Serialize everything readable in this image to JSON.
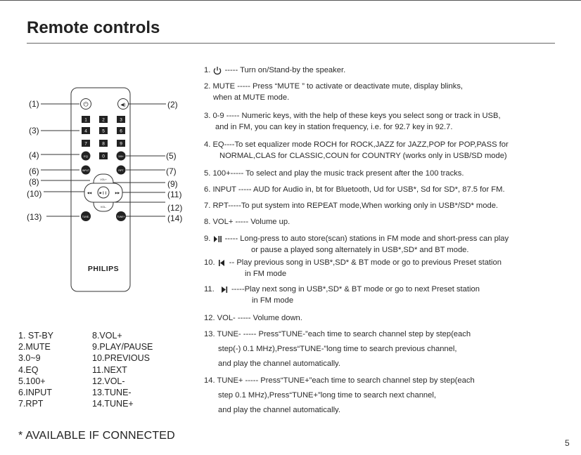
{
  "page": {
    "title": "Remote controls",
    "available_note": "* AVAILABLE IF CONNECTED",
    "page_number": "5"
  },
  "remote": {
    "brand": "PHILIPS",
    "keys": {
      "power_symbol": "⏻",
      "mute_symbol": "◀)",
      "digits": [
        "1",
        "2",
        "3",
        "4",
        "5",
        "6",
        "7",
        "8",
        "9",
        "0"
      ],
      "eq": "EQ",
      "hundred": "100+",
      "input": "INPUT",
      "rpt": "RPT",
      "vol_up": "VOL+",
      "vol_down": "VOL-",
      "play_pause": "▶❙❙",
      "prev": "◀◀",
      "next": "▶▶",
      "tune_minus": "TUNE-",
      "tune_plus": "TUNE+"
    },
    "callouts": [
      "(1)",
      "(2)",
      "(3)",
      "(4)",
      "(5)",
      "(6)",
      "(7)",
      "(8)",
      "(9)",
      "(10)",
      "(11)",
      "(12)",
      "(13)",
      "(14)"
    ]
  },
  "legend": {
    "col1": [
      "1. ST-BY",
      "2.MUTE",
      "3.0~9",
      "4.EQ",
      "5.100+",
      "6.INPUT",
      "7.RPT"
    ],
    "col2": [
      "8.VOL+",
      "9.PLAY/PAUSE",
      "10.PREVIOUS",
      "11.NEXT",
      "12.VOL-",
      "13.TUNE-",
      "14.TUNE+"
    ]
  },
  "instructions": {
    "i1_num": "1.",
    "i1_text": "----- Turn on/Stand-by the speaker.",
    "i2_l1": "2. MUTE ----- Press “MUTE ” to activate or deactivate mute, display blinks,",
    "i2_l2": "when at MUTE mode.",
    "i3_l1": "3. 0-9 ----- Numeric keys, with the help of these keys you select  song or track in USB,",
    "i3_l2": "and in FM, you can key in station frequency, i.e. for 92.7 key in 92.7.",
    "i4_l1": "4. EQ----To set equalizer mode ROCH for ROCK,JAZZ for JAZZ,POP for POP,PASS for",
    "i4_l2": "NORMAL,CLAS for CLASSIC,COUN for COUNTRY (works only in USB/SD mode)",
    "i5": "5. 100+----- To select and play the music track present after the 100 tracks.",
    "i6": "6. INPUT ----- AUD for Audio in, bt for Bluetooth, Ud for USB*, Sd for SD*, 87.5 for FM.",
    "i7": "7. RPT-----To put system into REPEAT mode,When working only in USB*/SD* mode.",
    "i8": "8. VOL+ ----- Volume up.",
    "i9_num": "9.",
    "i9_l1": "-----  Long-press to auto store(scan) stations in FM mode and short-press can play",
    "i9_l2": "or pause a played song alternately in USB*,SD* and BT mode.",
    "i10_num": "10.",
    "i10_l1": "--  Play previous song in USB*,SD* & BT mode or go to previous Preset station",
    "i10_l2": "in FM mode",
    "i11_num": "11.",
    "i11_l1": "-----Play next song in USB*,SD* & BT mode or go to next Preset station",
    "i11_l2": "in FM mode",
    "i12": "12. VOL- ----- Volume down.",
    "i13_l1": "13. TUNE- -----      Press“TUNE-”each time to search channel step by step(each",
    "i13_l2": "step(-) 0.1 MHz),Press“TUNE-”long time to search previous channel,",
    "i13_l3": "and play the channel automatically.",
    "i14_l1": "14. TUNE+ -----      Press“TUNE+”each time to search channel step by step(each",
    "i14_l2": "step 0.1 MHz),Press“TUNE+”long time to search next channel,",
    "i14_l3": "and play the channel automatically."
  }
}
